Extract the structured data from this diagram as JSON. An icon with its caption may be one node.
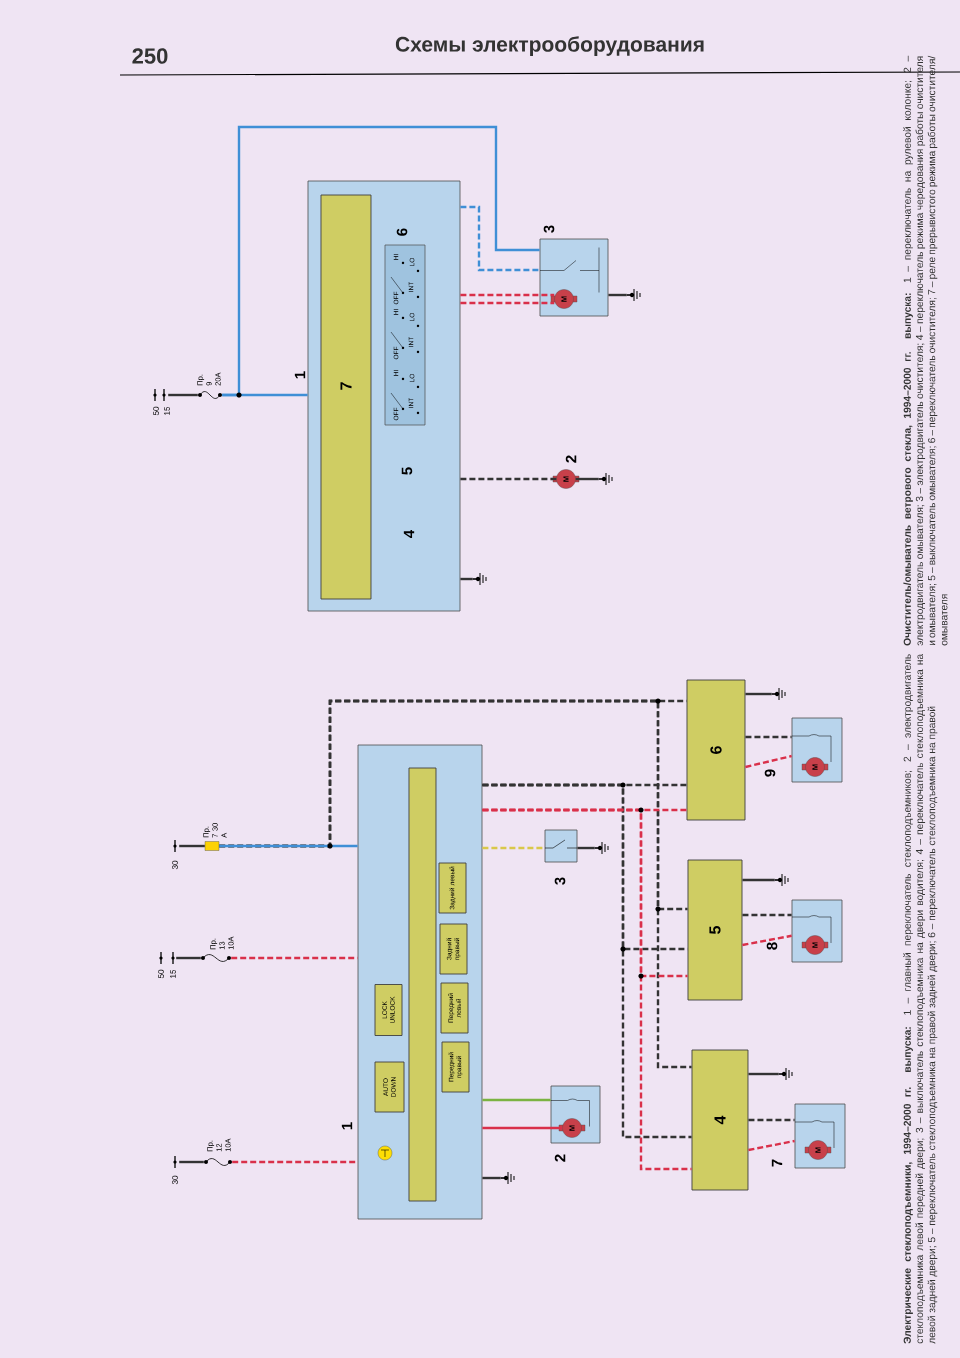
{
  "diagram": {
    "title": "Схемы электрооборудования",
    "nodes": [
      {
        "text": [
          "1"
        ]
      },
      {
        "text": [
          "7"
        ],
        "in": 0
      },
      {
        "text": [
          "6",
          "HI",
          "LO",
          "INT",
          "OFF",
          "HI",
          "LO",
          "INT",
          "OFF",
          "HI",
          "LO",
          "INT",
          "OFF"
        ],
        "in": 0
      },
      {
        "text": [
          "50",
          "15"
        ]
      },
      {
        "text": [],
        "shape": "fuse",
        "beside": [
          "Пр. 9 20А"
        ]
      },
      {
        "text": [
          "3"
        ]
      },
      {
        "text": [
          "M"
        ],
        "in": 5
      },
      {
        "text": [
          "M"
        ],
        "beside": [
          "2"
        ]
      },
      {
        "text": [],
        "shape": "ground"
      },
      {
        "text": [],
        "shape": "ground"
      },
      {
        "text": [],
        "shape": "ground"
      },
      {
        "text": [
          "1"
        ]
      },
      {
        "text": [],
        "shape": "lamp",
        "in": 11
      },
      {
        "text": [
          "AUTO DOWN"
        ],
        "in": 11
      },
      {
        "text": [
          "LOCK UNLOCK"
        ],
        "in": 11
      },
      {
        "text": [
          "Передний правый"
        ],
        "in": 11
      },
      {
        "text": [
          "Передний левый"
        ],
        "in": 11
      },
      {
        "text": [
          "Задний правый"
        ],
        "in": 11
      },
      {
        "text": [
          "Задний левый"
        ],
        "in": 11
      },
      {
        "text": [],
        "shape": "bar",
        "in": 11
      },
      {
        "text": [
          "30"
        ]
      },
      {
        "text": [],
        "shape": "fuse",
        "beside": [
          "Пр. 12 10А"
        ]
      },
      {
        "text": [
          "50",
          "15"
        ]
      },
      {
        "text": [],
        "shape": "fuse",
        "beside": [
          "Пр. 13 10А"
        ]
      },
      {
        "text": [
          "30"
        ]
      },
      {
        "text": [],
        "shape": "fuse",
        "beside": [
          "Пр. 7 30 А"
        ]
      },
      {
        "text": [
          "3"
        ]
      },
      {
        "text": [
          "2"
        ]
      },
      {
        "text": [
          "M"
        ],
        "in": 27
      },
      {
        "text": [
          "6"
        ]
      },
      {
        "text": [
          "5"
        ]
      },
      {
        "text": [
          "4"
        ]
      },
      {
        "text": [
          "9"
        ]
      },
      {
        "text": [
          "M"
        ],
        "in": 32
      },
      {
        "text": [
          "8"
        ]
      },
      {
        "text": [
          "M"
        ],
        "in": 34
      },
      {
        "text": [
          "7"
        ]
      },
      {
        "text": [
          "M"
        ],
        "in": 36
      },
      {
        "text": [],
        "shape": "ground"
      },
      {
        "text": [],
        "shape": "ground"
      },
      {
        "text": [],
        "shape": "ground"
      },
      {
        "text": [],
        "shape": "ground"
      },
      {
        "text": [],
        "shape": "ground"
      }
    ],
    "edges": [
      {
        "from": 3,
        "to": 4,
        "arrow": "none",
        "color": "#333333"
      },
      {
        "from": 4,
        "to": 0,
        "arrow": "none",
        "color": "#3f8fd6"
      },
      {
        "from": 4,
        "to": 5,
        "arrow": "none",
        "color": "#3f8fd6"
      },
      {
        "from": 0,
        "to": 5,
        "arrow": "none",
        "style": "dashed",
        "color": "#3f8fd6"
      },
      {
        "from": 0,
        "to": 6,
        "arrow": "none",
        "style": "dashed",
        "color": "#d9304a"
      },
      {
        "from": 0,
        "to": 6,
        "arrow": "none",
        "style": "dashed",
        "color": "#d9304a"
      },
      {
        "from": 0,
        "to": 7,
        "arrow": "none",
        "style": "dashed",
        "color": "#333333"
      },
      {
        "from": 7,
        "to": 9,
        "arrow": "none",
        "color": "#333333"
      },
      {
        "from": 0,
        "to": 8,
        "arrow": "none",
        "color": "#333333"
      },
      {
        "from": 5,
        "to": 10,
        "arrow": "none",
        "color": "#333333"
      },
      {
        "from": 20,
        "to": 21,
        "arrow": "none",
        "color": "#333333"
      },
      {
        "from": 21,
        "to": 11,
        "arrow": "none",
        "style": "dashed",
        "color": "#d9304a"
      },
      {
        "from": 22,
        "to": 23,
        "arrow": "none",
        "color": "#333333"
      },
      {
        "from": 23,
        "to": 11,
        "arrow": "none",
        "style": "dashed",
        "color": "#d9304a"
      },
      {
        "from": 24,
        "to": 25,
        "arrow": "none",
        "color": "#333333"
      },
      {
        "from": 25,
        "to": 11,
        "arrow": "none",
        "color": "#3f8fd6"
      },
      {
        "from": 25,
        "to": 29,
        "arrow": "none",
        "style": "dashed",
        "color": "#333333"
      },
      {
        "from": 25,
        "to": 30,
        "arrow": "none",
        "style": "dashed",
        "color": "#333333"
      },
      {
        "from": 25,
        "to": 31,
        "arrow": "none",
        "style": "dashed",
        "color": "#333333"
      },
      {
        "from": 11,
        "to": 29,
        "arrow": "none",
        "style": "dashed",
        "color": "#333333"
      },
      {
        "from": 11,
        "to": 30,
        "arrow": "none",
        "style": "dashed",
        "color": "#333333"
      },
      {
        "from": 11,
        "to": 31,
        "arrow": "none",
        "style": "dashed",
        "color": "#333333"
      },
      {
        "from": 11,
        "to": 29,
        "arrow": "none",
        "style": "dashed",
        "color": "#d9304a"
      },
      {
        "from": 11,
        "to": 30,
        "arrow": "none",
        "style": "dashed",
        "color": "#d9304a"
      },
      {
        "from": 11,
        "to": 31,
        "arrow": "none",
        "style": "dashed",
        "color": "#d9304a"
      },
      {
        "from": 11,
        "to": 26,
        "arrow": "none",
        "style": "dashed",
        "color": "#d9c84a"
      },
      {
        "from": 26,
        "to": 39,
        "arrow": "none",
        "color": "#333333"
      },
      {
        "from": 11,
        "to": 27,
        "arrow": "none",
        "color": "#7bb342"
      },
      {
        "from": 11,
        "to": 28,
        "arrow": "none",
        "color": "#d9304a"
      },
      {
        "from": 11,
        "to": 38,
        "arrow": "none",
        "color": "#333333"
      },
      {
        "from": 29,
        "to": 40,
        "arrow": "none",
        "color": "#333333"
      },
      {
        "from": 30,
        "to": 41,
        "arrow": "none",
        "color": "#333333"
      },
      {
        "from": 31,
        "to": 42,
        "arrow": "none",
        "color": "#333333"
      },
      {
        "from": 29,
        "to": 32,
        "arrow": "none",
        "style": "dashed",
        "color": "#333333"
      },
      {
        "from": 29,
        "to": 32,
        "arrow": "none",
        "style": "dashed",
        "color": "#d9304a"
      },
      {
        "from": 30,
        "to": 34,
        "arrow": "none",
        "style": "dashed",
        "color": "#333333"
      },
      {
        "from": 30,
        "to": 34,
        "arrow": "none",
        "style": "dashed",
        "color": "#d9304a"
      },
      {
        "from": 31,
        "to": 36,
        "arrow": "none",
        "style": "dashed",
        "color": "#333333"
      },
      {
        "from": 31,
        "to": 36,
        "arrow": "none",
        "style": "dashed",
        "color": "#d9304a"
      }
    ],
    "labels": [
      "250",
      "4",
      "5",
      "**Очиститель/омыватель ветрового стекла, 1994–2000 гг. выпуска:** 1 – переключатель на рулевой колонке; 2 – электродвигатель омывателя; 3 – электродвигатель очистителя; 4 – переключатель режима чередования работы очистителя и омывателя; 5 – выключатель омывателя; 6 – переключатель очистителя; 7 – реле прерывистого режима работы очистителя/ омывателя",
      "**Электрические стеклоподъемники, 1994–2000 гг. выпуска:** 1 – главный переключатель стеклоподъемников; 2 – электродвигатель стеклоподъемника левой передней двери; 3 – выключатель стеклоподъемника на двери водителя; 4 – переключатель стеклоподъемника на левой задней двери; 5 – переключатель стеклоподъемника на правой задней двери; 6 – переключатель стеклоподъемника на правой"
    ]
  }
}
